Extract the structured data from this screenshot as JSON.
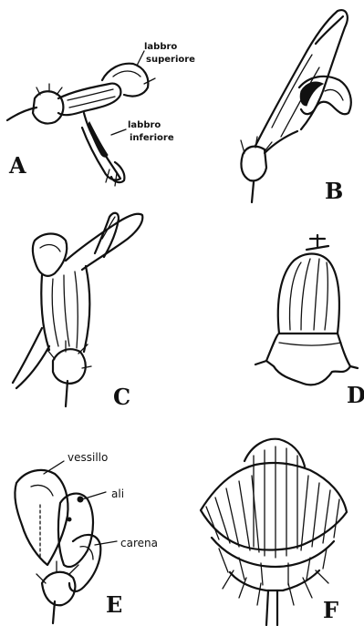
{
  "figures": [
    {
      "letter": "A",
      "labels": [
        "labbro superiore",
        "labbro inferiore"
      ]
    },
    {
      "letter": "B",
      "labels": []
    },
    {
      "letter": "C",
      "labels": []
    },
    {
      "letter": "D",
      "labels": []
    },
    {
      "letter": "E",
      "labels": [
        "vessillo",
        "ali",
        "carena"
      ]
    },
    {
      "letter": "F",
      "labels": []
    }
  ],
  "label_text": {
    "a_upper_1": "labbro",
    "a_upper_2": "superiore",
    "a_lower_1": "labbro",
    "a_lower_2": "inferiore",
    "e_vessillo": "vessillo",
    "e_ali": "ali",
    "e_carena": "carena"
  },
  "colors": {
    "ink": "#111111",
    "background": "#ffffff"
  }
}
